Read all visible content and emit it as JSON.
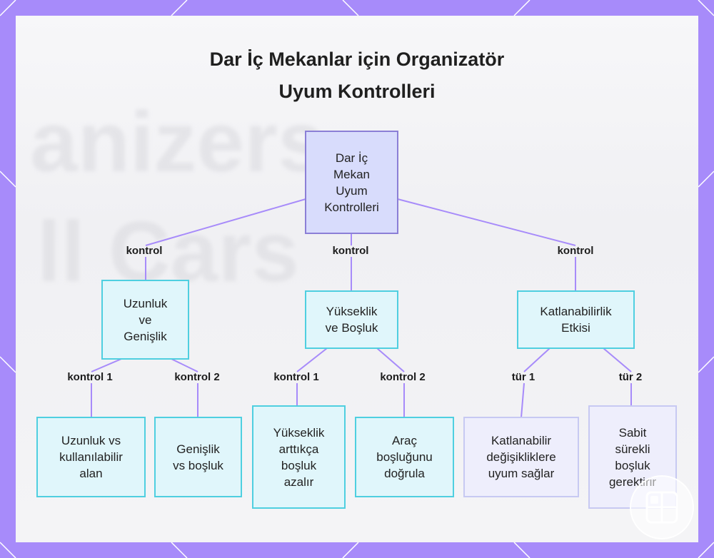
{
  "title": {
    "line1": "Dar İç Mekanlar için Organizatör",
    "line2": "Uyum Kontrolleri"
  },
  "background_text": {
    "line1": "anizers",
    "line2": "ll Cars"
  },
  "nodes": {
    "root": [
      "Dar İç",
      "Mekan",
      "Uyum",
      "Kontrolleri"
    ],
    "length_width": [
      "Uzunluk",
      "ve",
      "Genişlik"
    ],
    "height_gap": [
      "Yükseklik",
      "ve Boşluk"
    ],
    "foldability": [
      "Katlanabilirlik",
      "Etkisi"
    ],
    "leaf_length": [
      "Uzunluk vs",
      "kullanılabilir",
      "alan"
    ],
    "leaf_width": [
      "Genişlik",
      "vs boşluk"
    ],
    "leaf_height": [
      "Yükseklik",
      "arttıkça",
      "boşluk",
      "azalır"
    ],
    "leaf_clearance": [
      "Araç",
      "boşluğunu",
      "doğrula"
    ],
    "leaf_foldable": [
      "Katlanabilir",
      "değişikliklere",
      "uyum sağlar"
    ],
    "leaf_fixed": [
      "Sabit",
      "sürekli",
      "boşluk",
      "gerektirir"
    ]
  },
  "edge_labels": {
    "root_left": "kontrol",
    "root_mid": "kontrol",
    "root_right": "kontrol",
    "lw_1": "kontrol 1",
    "lw_2": "kontrol 2",
    "hg_1": "kontrol 1",
    "hg_2": "kontrol 2",
    "fold_1": "tür 1",
    "fold_2": "tür 2"
  },
  "colors": {
    "frame": "#a78bfa",
    "root_fill": "#d8dcfc",
    "root_border": "#8b7fd6",
    "node_fill": "#e0f6fb",
    "node_border": "#4fcfe0",
    "leaf_muted_fill": "#eeeefc",
    "leaf_muted_border": "#c7c9f2",
    "edge": "#a78bfa"
  },
  "icons": {
    "corner_badge": "grid-logo-icon"
  }
}
